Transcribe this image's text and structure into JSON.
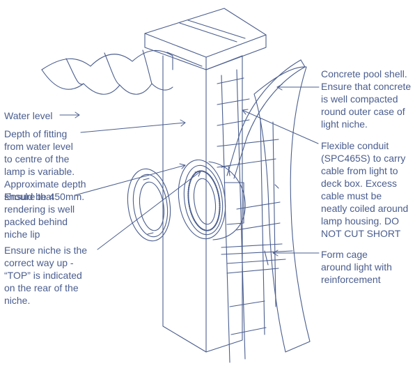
{
  "labels": {
    "water_level": "Water level",
    "depth": "Depth of fitting\nfrom water level\nto centre of the\nlamp is variable.\nApproximate depth\nshould be 450mm.",
    "rendering": "Ensure that\nrendering is well\npacked behind\nniche lip",
    "niche_orientation": "Ensure niche is the\ncorrect way up -\n“TOP” is indicated\non the rear of the\nniche.",
    "pool_shell": "Concrete pool shell.\nEnsure that concrete\nis well compacted\nround outer case of\nlight niche.",
    "conduit": "Flexible conduit\n(SPC465S) to carry\ncable from light to\ndeck box. Excess\ncable must be\nneatly coiled around\nlamp housing. DO\nNOT CUT SHORT",
    "cage": "Form cage\naround light with\nreinforcement"
  },
  "colors": {
    "line": "#4a5d8e",
    "text": "#4a5d8e",
    "background": "#ffffff"
  }
}
